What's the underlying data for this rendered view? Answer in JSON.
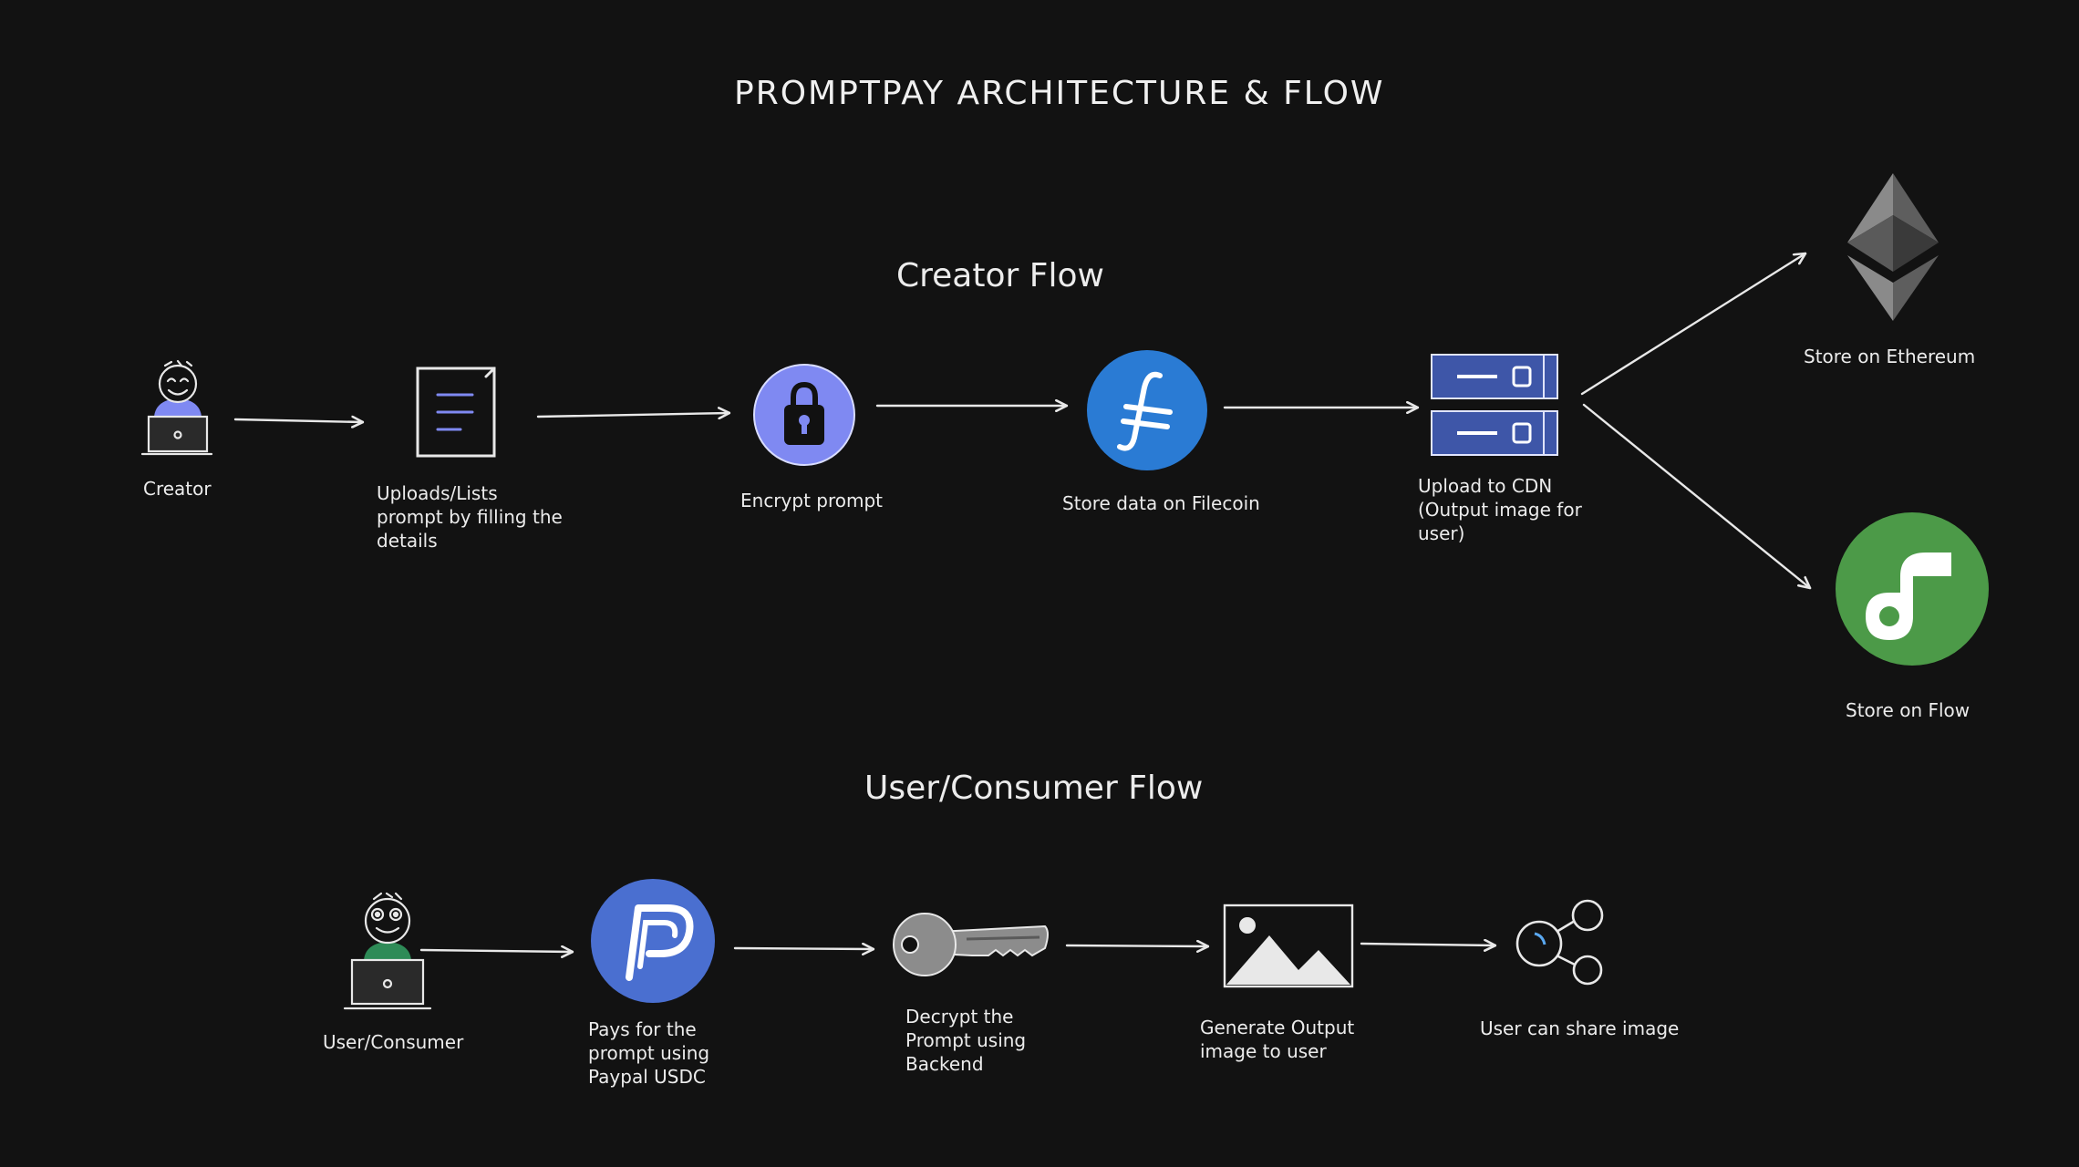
{
  "title": "PROMPTPAY ARCHITECTURE & FLOW",
  "creator_flow": {
    "heading": "Creator Flow",
    "nodes": [
      {
        "label": "Creator",
        "icon": "person-laptop-icon"
      },
      {
        "label": "Uploads/Lists\nprompt by filling the\ndetails",
        "icon": "document-icon"
      },
      {
        "label": "Encrypt prompt",
        "icon": "lock-icon"
      },
      {
        "label": "Store data on Filecoin",
        "icon": "filecoin-icon"
      },
      {
        "label": "Upload to CDN\n(Output image for\nuser)",
        "icon": "server-icon"
      },
      {
        "label": "Store on Ethereum",
        "icon": "ethereum-icon"
      },
      {
        "label": "Store on Flow",
        "icon": "flow-icon"
      }
    ]
  },
  "consumer_flow": {
    "heading": "User/Consumer Flow",
    "nodes": [
      {
        "label": "User/Consumer",
        "icon": "person-laptop-icon"
      },
      {
        "label": "Pays for the\nprompt using\nPaypal USDC",
        "icon": "paypal-usd-icon"
      },
      {
        "label": "Decrypt the\nPrompt using\nBackend",
        "icon": "key-icon"
      },
      {
        "label": "Generate Output\nimage to user",
        "icon": "image-icon"
      },
      {
        "label": "User can share image",
        "icon": "share-icon"
      }
    ]
  },
  "colors": {
    "background": "#121212",
    "stroke": "#e8e8e8",
    "lock_fill": "#7f89f2",
    "filecoin_blue": "#2a7bd4",
    "server_blue": "#3e56a8",
    "flow_green": "#4c9a48",
    "paypal_blue": "#4a6fd0",
    "key_gray": "#8c8c8c",
    "creator_shirt": "#7f89f2",
    "consumer_shirt": "#2e8b57"
  }
}
